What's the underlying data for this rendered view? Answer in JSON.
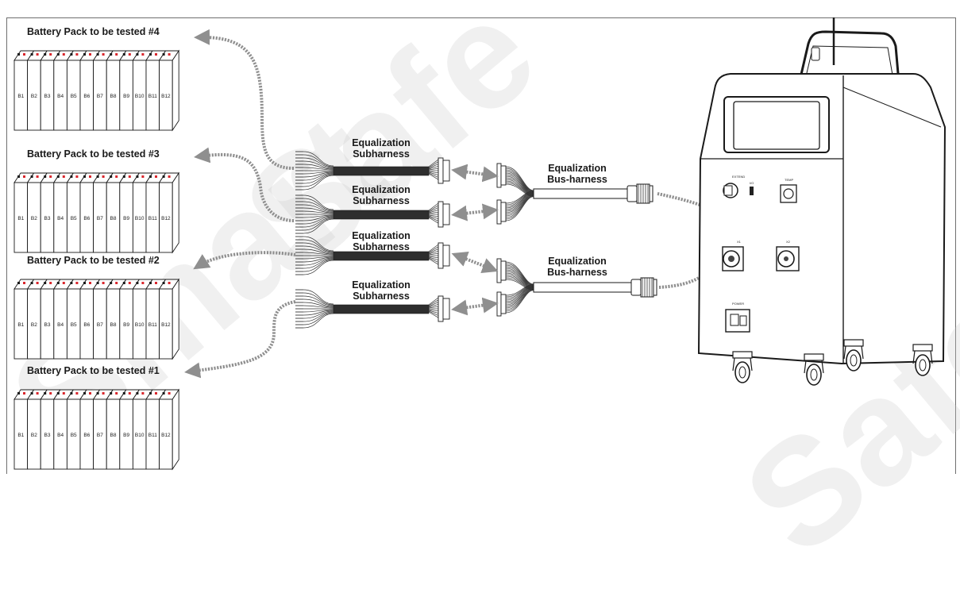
{
  "packs": [
    {
      "id": "pack4",
      "title": "Battery Pack to be tested #4"
    },
    {
      "id": "pack3",
      "title": "Battery Pack to be tested #3"
    },
    {
      "id": "pack2",
      "title": "Battery Pack to be tested #2"
    },
    {
      "id": "pack1",
      "title": "Battery Pack to be tested #1"
    }
  ],
  "cells": [
    "B1",
    "B2",
    "B3",
    "B4",
    "B5",
    "B6",
    "B7",
    "B8",
    "B9",
    "B10",
    "B11",
    "B12"
  ],
  "subharness_labels": [
    [
      "Equalization",
      "Subharness"
    ],
    [
      "Equalization",
      "Subharness"
    ],
    [
      "Equalization",
      "Subharness"
    ],
    [
      "Equalization",
      "Subharness"
    ]
  ],
  "bus_labels": [
    [
      "Equalization",
      "Bus-harness"
    ],
    [
      "Equalization",
      "Bus-harness"
    ]
  ],
  "device_labels": {
    "extend": "EXTEND",
    "io": "I/O",
    "temp": "TEMP",
    "x1": "X1",
    "x2": "X2",
    "power": "POWER"
  },
  "colors": {
    "line": "#1a1a1a",
    "dotted_arrow": "#8f8f8f",
    "cell_marker": "#d9262c",
    "watermark": "#c8c8c8"
  }
}
